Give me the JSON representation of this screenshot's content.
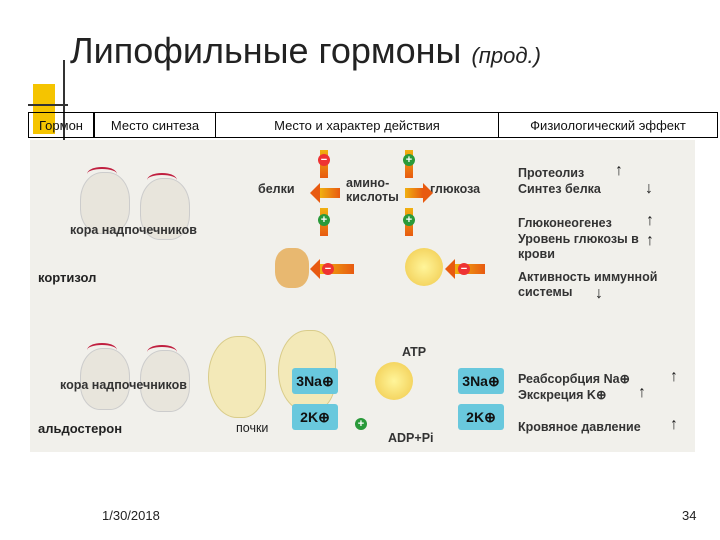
{
  "title": "Липофильные гормоны",
  "subtitle": "(прод.)",
  "table_headers": [
    "Гормон",
    "Место синтеза",
    "Место и характер действия",
    "Физиологический эффект"
  ],
  "figure": {
    "label_cortex_1": "кора надпочечников",
    "hormone_1": "кортизол",
    "proteins": "белки",
    "amino_acids": "амино- кислоты",
    "glucose": "глюкоза",
    "effects_1": [
      "Протеолиз",
      "Синтез белка",
      "Глюконеогенез",
      "Уровень глюкозы в крови",
      "Активность иммунной системы"
    ],
    "indicators_1": [
      "↑",
      "↓",
      "↑",
      "↑",
      "↓"
    ],
    "label_cortex_2": "кора надпочечников",
    "hormone_2": "альдостерон",
    "kidneys": "почки",
    "atp": "ATP",
    "adp": "ADP+Pi",
    "na_left": "3Na⊕",
    "k_left": "2K⊕",
    "na_right": "3Na⊕",
    "k_right": "2K⊕",
    "effects_2": [
      "Реабсорбция Na⊕",
      "Экскреция K⊕",
      "Кровяное давление"
    ],
    "indicators_2": [
      "↑",
      "↑",
      "↑"
    ]
  },
  "footer": {
    "date": "1/30/2018",
    "page": "34"
  }
}
